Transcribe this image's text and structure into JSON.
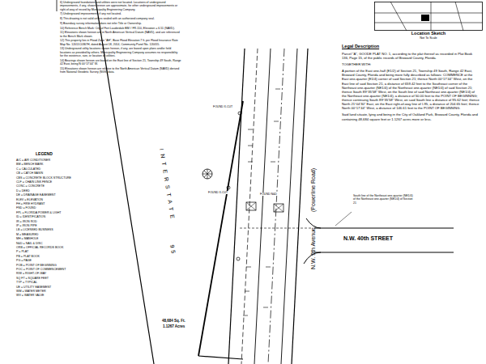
{
  "diagram": {
    "nodes": [
      {
        "text": [
          "Location Sketch",
          "Not To Scale"
        ]
      }
    ],
    "labels": [
      "6) Underground foundations and utilities were not located. Locations of underground improvements, if any, shown hereon are approximate, for other underground improvements or right-of-way of record by Municipality Engineering Company.",
      "7) Underground improvements if any not located.",
      "8) This drawing is not valid unless sealed with an authorized company seal.",
      "9) Boundary survey information does not infer Title or Ownership.",
      "10) Reference Bench Mark: City of Fort Lauderdale BM # FR-110, Elevation = 6.51 (NAVD).",
      "11) Elevations shown hereon are in North American Vertical Datum (NAVD), and are referenced to the Bench Mark shown.",
      "12) This property lies in Flood Zone \"AH\", Base Flood Elevation 7 ft. per Flood Insurance Rate Map No. 12011C0367H, dated August 18, 2014, Community Panel No. 120055.",
      "13) Underground utility locations shown hereon, if any, are based upon plans and/or field locations as provided by others. Municipality Engineering Company assumes no responsibility for the existence, size, or location of utilities.",
      "14) Bearings shown hereon are based on the East line of Section 21, Township 49 South, Range 42 East, being N 00°17'44\" W.",
      "15) Elevations shown hereon are relative to the North American Vertical Datum (NAVD) derived from National Geodetic Survey (NGS) data.",
      "INTERSTATE",
      "95",
      "N.W. 9th Avenue",
      "(Powerline Road)",
      "N.W. 40th STREET",
      "Legal Description",
      "Parcel \"A\", GOODE PLAT NO. 1, according to the plat thereof as recorded in Plat Book 136, Page 15, of the public records of Broward County, Florida.",
      "TOGETHER WITH:",
      "A portion of the East one-half (E1/2) of Section 21, Township 49 South, Range 42 East, Broward County, Florida and being more fully described as follows: COMMENCE at the East one-quarter (E1/4) corner of said Section 21; thence North 00°17'44\" West, on the East line of said Section 21, a distance of 659.42 feet to the Southeast corner of the Northeast one-quarter (NE1/4) of the Northeast one-quarter (NE1/4) of said Section 21; thence South 89°35'58\" West, on the South line of said Northeast one-quarter (NE1/4) of the Northeast one-quarter (NE1/4), a distance of 50.00 feet to the POINT OF BEGINNING; thence continuing South 89°35'58\" West, on said South line a distance of 95.62 feet; thence North 21°04'30\" East, on the East right-of-way line of I-95, a distance of 204.65 feet; thence North 00°17'44\" West, a distance of 146.61 feet to the POINT OF BEGINNING.",
      "Said land situate, lying and being in the City of Oakland Park, Broward County, Florida and containing 48,684 square feet or 1.1267 acres more or less.",
      "LEGEND",
      "48,684 Sq. Ft.",
      "1.1267 Acres",
      "FOUND X-CUT",
      "FOUND X-CUT",
      "FOUND N&D",
      "South line of the Northeast one-quarter (NE1/4) of the Northeast one-quarter (NE1/4) of Section 21",
      "A/C = AIR CONDITIONER",
      "BM = BENCH MARK",
      "C = CALCULATED",
      "CB = CATCH BASIN",
      "CBS = CONCRETE BLOCK STRUCTURE",
      "CLF = CHAIN LINK FENCE",
      "CONC = CONCRETE",
      "D = DEED",
      "DE = DRAINAGE EASEMENT",
      "ELEV = ELEVATION",
      "FH = FIRE HYDRANT",
      "FND = FOUND",
      "FPL = FLORIDA POWER & LIGHT",
      "ID = IDENTIFICATION",
      "IR = IRON ROD",
      "IP = IRON PIPE",
      "LB = LICENSED BUSINESS",
      "M = MEASURED",
      "MH = MANHOLE",
      "N&D = NAIL & DISC",
      "ORB = OFFICIAL RECORDS BOOK",
      "P = PLAT",
      "PB = PLAT BOOK",
      "PG = PAGE",
      "POB = POINT OF BEGINNING",
      "POC = POINT OF COMMENCEMENT",
      "R/W = RIGHT-OF-WAY",
      "SQ FT = SQUARE FEET",
      "TYP = TYPICAL",
      "UE = UTILITY EASEMENT",
      "WM = WATER METER",
      "WV = WATER VALVE"
    ]
  }
}
